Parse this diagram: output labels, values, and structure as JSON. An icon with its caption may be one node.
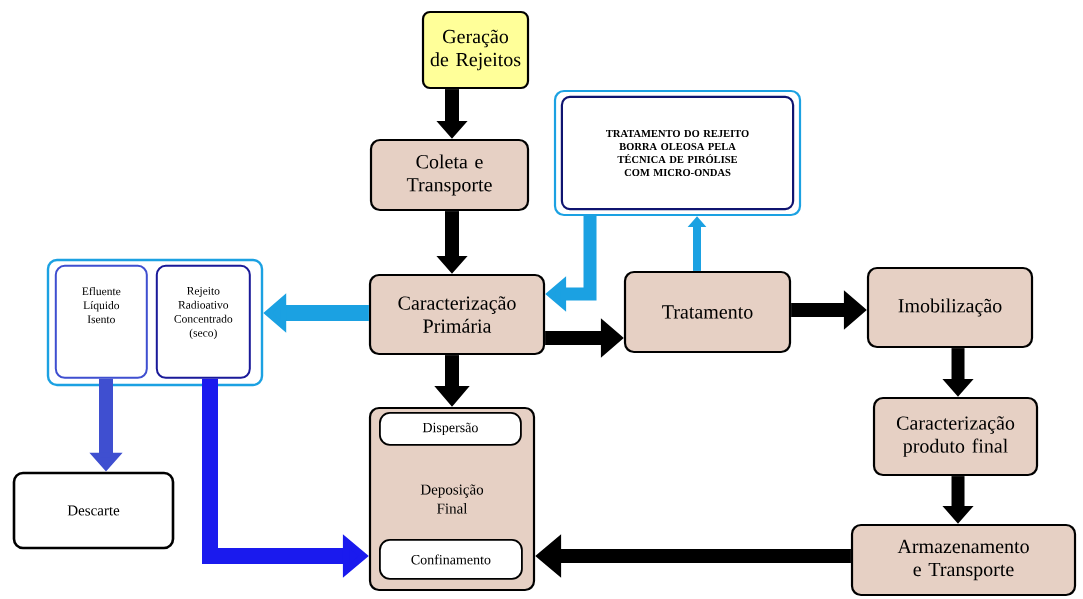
{
  "diagram": {
    "nodes": [
      {
        "text": [
          "Geração de Rejeitos"
        ]
      },
      {
        "text": [
          "Coleta e Transporte"
        ]
      },
      {
        "text": [
          "TRATAMENTO DO REJEITO BORRA OLEOSA PELA TÉCNICA DE PIRÓLISE COM MICRO-ONDAS"
        ]
      },
      {
        "text": [
          "Caracterização Primária"
        ]
      },
      {
        "text": [],
        "shape": "box"
      },
      {
        "text": [
          "Efluente Líquido Isento"
        ],
        "in": 4
      },
      {
        "text": [
          "Rejeito Radioativo Concentrado (seco)"
        ],
        "in": 4
      },
      {
        "text": [
          "Tratamento"
        ]
      },
      {
        "text": [
          "Imobilização"
        ]
      },
      {
        "text": [
          "Deposição Final"
        ]
      },
      {
        "text": [
          "Dispersão"
        ],
        "in": 9
      },
      {
        "text": [
          "Confinamento"
        ],
        "in": 9
      },
      {
        "text": [
          "Descarte"
        ]
      },
      {
        "text": [
          "Caracterização produto final"
        ]
      },
      {
        "text": [
          "Armazenamento e Transporte"
        ]
      }
    ],
    "edges": [
      {
        "from": 0,
        "to": 1,
        "arrow": "to"
      },
      {
        "from": 1,
        "to": 3,
        "arrow": "to"
      },
      {
        "from": 3,
        "to": 4,
        "arrow": "to",
        "color": "#1ba1e2"
      },
      {
        "from": 3,
        "to": 7,
        "arrow": "to"
      },
      {
        "from": 7,
        "to": 2,
        "arrow": "to",
        "color": "#1ba1e2"
      },
      {
        "from": 2,
        "to": 3,
        "arrow": "to",
        "color": "#1ba1e2"
      },
      {
        "from": 7,
        "to": 8,
        "arrow": "to"
      },
      {
        "from": 3,
        "to": 9,
        "arrow": "to"
      },
      {
        "from": 5,
        "to": 12,
        "arrow": "to",
        "color": "#3f4fd0"
      },
      {
        "from": 6,
        "to": 9,
        "arrow": "to",
        "color": "#1a1aee"
      },
      {
        "from": 8,
        "to": 13,
        "arrow": "to"
      },
      {
        "from": 13,
        "to": 14,
        "arrow": "to"
      },
      {
        "from": 14,
        "to": 9,
        "arrow": "to"
      }
    ]
  }
}
